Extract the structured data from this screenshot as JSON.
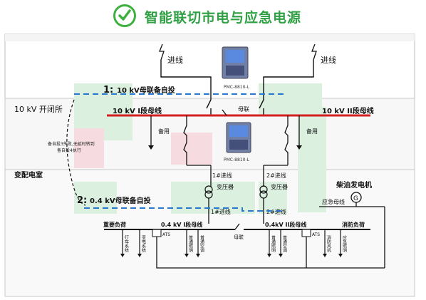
{
  "header": {
    "title": "智能联切市电与应急电源"
  },
  "diagram": {
    "incoming_left": "进线",
    "incoming_right": "进线",
    "device_top": "PMC-8810-L",
    "device_mid": "PMC-8810-L",
    "auto_10kv_num": "1:",
    "auto_10kv_label": "10 kV母联备自投",
    "section_10kv": "10 kV 开闭所",
    "bus_10kv_1": "10 kV I段母线",
    "bus_10kv_2": "10 kV II段母线",
    "tie_label": "母联",
    "standby_left": "备用",
    "standby_right": "备用",
    "note_line1": "备自投3失败,无延时转到",
    "note_line2": "备自投4执行",
    "section_sub": "变配电室",
    "auto_04kv_num": "2:",
    "auto_04kv_label": "0.4 kV母联备自投",
    "incoming1_upper": "1#进线",
    "incoming2_upper": "2#进线",
    "transformer_label": "变压器",
    "incoming1_lower": "1#进线",
    "incoming2_lower": "2#进线",
    "diesel": "柴油发电机",
    "generator_symbol": "G",
    "emergency_bus": "应急母线",
    "important_load": "重要负荷",
    "bus_04kv_1": "0.4 kV I段母线",
    "bus_04kv_2": "0.4kV II段母线",
    "fire_load": "消防负荷",
    "tie_low": "母联",
    "ats": "ATS",
    "feeders_left": [
      "行车系统",
      "变电系统"
    ],
    "feeders_mid_left": [
      "普通照明",
      "普通空调"
    ],
    "feeders_mid_right": [
      "普通照明",
      "普通空调"
    ],
    "feeders_right": [
      "消防风机",
      "应急照明"
    ],
    "colors": {
      "title_green": "#2fa043",
      "bus_red": "#d42020",
      "dash_blue": "#2878d0",
      "zone_green": "#dbf0df",
      "zone_pink": "#f6dbe0",
      "device_blue": "#3a5fae"
    }
  }
}
